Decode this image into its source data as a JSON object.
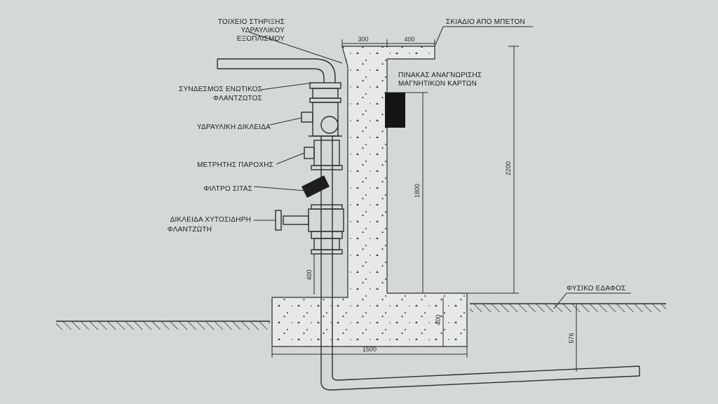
{
  "labels": {
    "support_wall": [
      "ΤΟΙΧΕΙΟ ΣΤΗΡΙΞΗΣ",
      "ΥΔΡΑΥΛΙΚΟΥ",
      "ΕΞΟΠΛΙΣΜΟΥ"
    ],
    "concrete_canopy": "ΣΚΙΑΔΙΟ ΑΠΟ ΜΠΕΤΟΝ",
    "card_panel": [
      "ΠΙΝΑΚΑΣ ΑΝΑΓΝΩΡΙΣΗΣ",
      "ΜΑΓΝΗΤΙΚΩΝ ΚΑΡΤΩΝ"
    ],
    "flange_coupling": [
      "ΣΥΝΔΕΣΜΟΣ ΕΝΩΤΙΚΟΣ",
      "ΦΛΑΝΤΖΩΤΟΣ"
    ],
    "hydraulic_valve": "ΥΔΡΑΥΛΙΚΗ ΔΙΚΛΕΙΔΑ",
    "flow_meter": "ΜΕΤΡΗΤΗΣ ΠΑΡΟΧΗΣ",
    "strainer": "ΦΙΛΤΡΟ ΣΙΤΑΣ",
    "cast_iron_valve": [
      "ΔΙΚΛΕΙΔΑ ΧΥΤΟΣΙΔΗΡΗ",
      "ΦΛΑΝΤΖΩΤΗ"
    ],
    "natural_ground": "ΦΥΣΙΚΟ ΕΔΑΦΟΣ"
  },
  "dimensions": {
    "wall_thickness": "300",
    "canopy_overhang": "400",
    "panel_height": "1800",
    "canopy_height": "2200",
    "pipe_offset": "400",
    "footing_depth": "400",
    "footing_width": "1500",
    "pipe_depth": "576"
  },
  "colors": {
    "paper": "#d4d8d6",
    "ink": "#2b2e30",
    "panel": "#151515",
    "concrete": "#e6e9e6"
  }
}
